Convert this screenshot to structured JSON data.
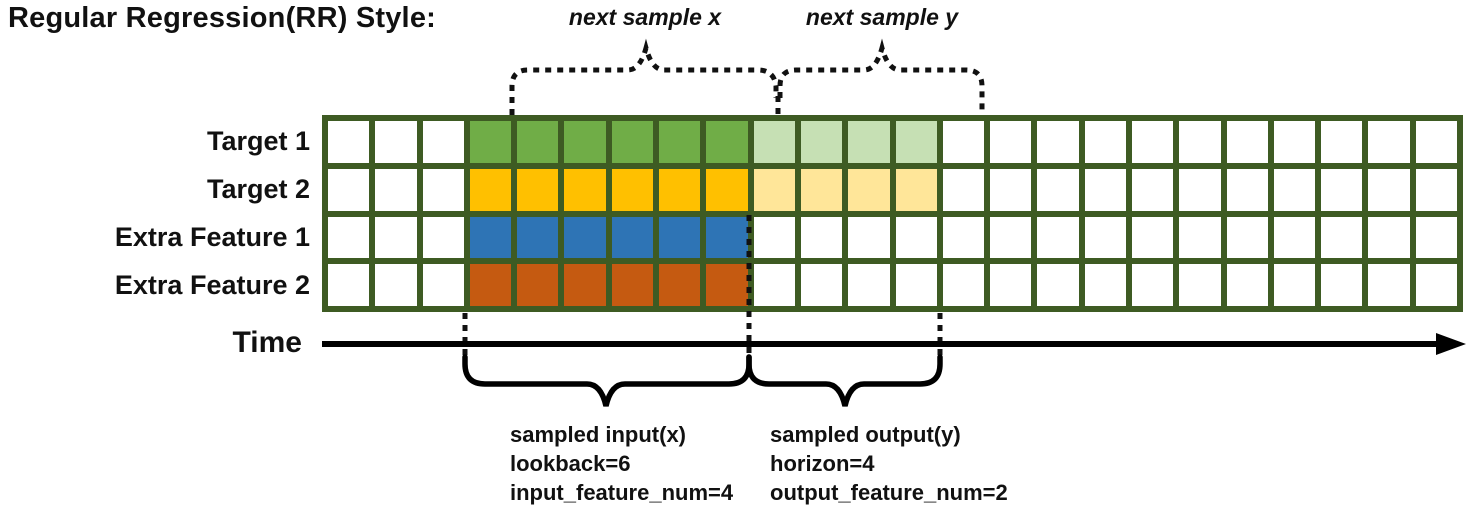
{
  "title": "Regular Regression(RR) Style:",
  "annotations": {
    "next_sample_x": "next sample x",
    "next_sample_y": "next sample y",
    "time_label": "Time",
    "input_lines": [
      "sampled input(x)",
      "lookback=6",
      "input_feature_num=4"
    ],
    "output_lines": [
      "sampled output(y)",
      "horizon=4",
      "output_feature_num=2"
    ]
  },
  "diagram": {
    "columns": 24,
    "blank_prefix_cols": 3,
    "lookback": 6,
    "horizon": 4,
    "input_feature_num": 4,
    "output_feature_num": 2,
    "grid_border_color": "#3E5B23",
    "rows": [
      {
        "label": "Target 1",
        "solid_color": "#70AD47",
        "light_color": "#C6E0B4"
      },
      {
        "label": "Target 2",
        "solid_color": "#FFC000",
        "light_color": "#FFE699"
      },
      {
        "label": "Extra Feature 1",
        "solid_color": "#2E74B5",
        "light_color": null
      },
      {
        "label": "Extra Feature 2",
        "solid_color": "#C55A11",
        "light_color": null
      }
    ]
  }
}
